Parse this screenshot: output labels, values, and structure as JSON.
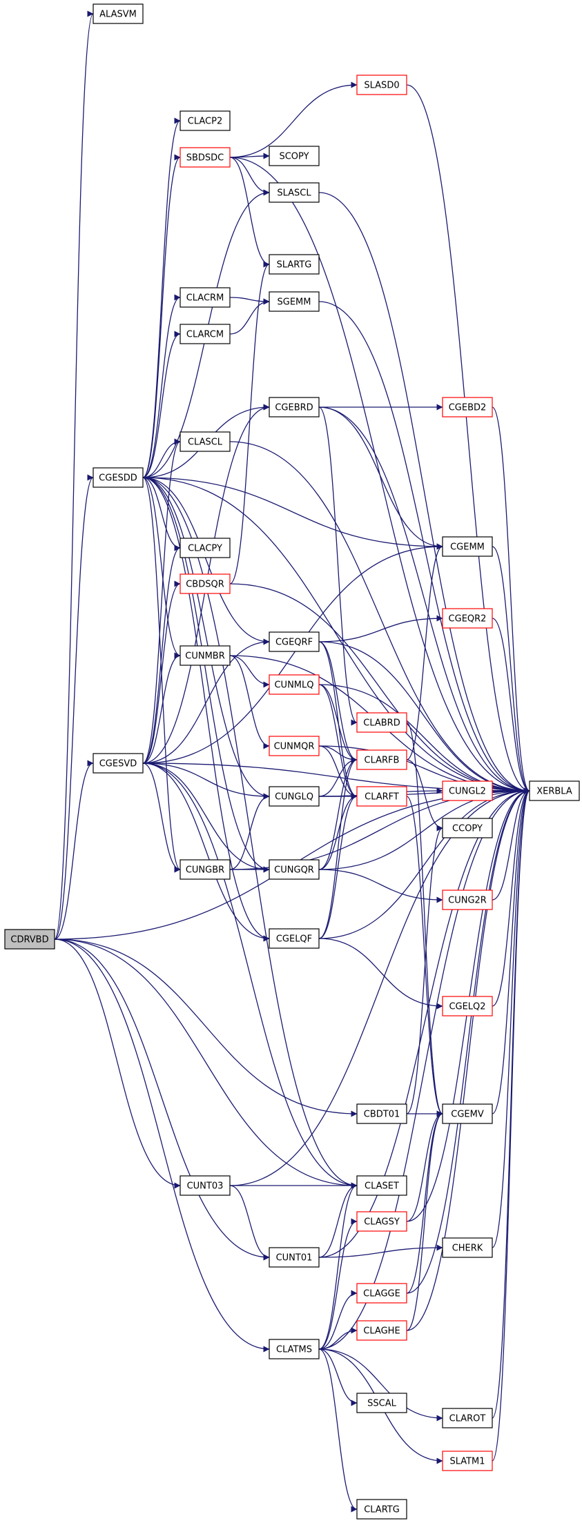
{
  "colors": {
    "edge": "#191970",
    "box_stroke": "#000000",
    "box_stroke_incomplete": "#ff0000",
    "box_fill": "#ffffff",
    "root_fill": "#bfbfbf",
    "text": "#000000"
  },
  "nodes": [
    {
      "id": "CDRVBD",
      "label": "CDRVBD",
      "kind": "root"
    },
    {
      "id": "ALASVM",
      "label": "ALASVM",
      "kind": "normal"
    },
    {
      "id": "CGESDD",
      "label": "CGESDD",
      "kind": "normal"
    },
    {
      "id": "CGESVD",
      "label": "CGESVD",
      "kind": "normal"
    },
    {
      "id": "CLACP2",
      "label": "CLACP2",
      "kind": "normal"
    },
    {
      "id": "SBDSDC",
      "label": "SBDSDC",
      "kind": "incomplete"
    },
    {
      "id": "CLACRM",
      "label": "CLACRM",
      "kind": "normal"
    },
    {
      "id": "CLARCM",
      "label": "CLARCM",
      "kind": "normal"
    },
    {
      "id": "CLASCL",
      "label": "CLASCL",
      "kind": "normal"
    },
    {
      "id": "CLACPY",
      "label": "CLACPY",
      "kind": "normal"
    },
    {
      "id": "CBDSQR",
      "label": "CBDSQR",
      "kind": "incomplete"
    },
    {
      "id": "CUNMBR",
      "label": "CUNMBR",
      "kind": "normal"
    },
    {
      "id": "CUNGBR",
      "label": "CUNGBR",
      "kind": "normal"
    },
    {
      "id": "CUNT03",
      "label": "CUNT03",
      "kind": "normal"
    },
    {
      "id": "SCOPY",
      "label": "SCOPY",
      "kind": "normal"
    },
    {
      "id": "SLASCL",
      "label": "SLASCL",
      "kind": "normal"
    },
    {
      "id": "SLARTG",
      "label": "SLARTG",
      "kind": "normal"
    },
    {
      "id": "SGEMM",
      "label": "SGEMM",
      "kind": "normal"
    },
    {
      "id": "CGEBRD",
      "label": "CGEBRD",
      "kind": "normal"
    },
    {
      "id": "CGEQRF",
      "label": "CGEQRF",
      "kind": "normal"
    },
    {
      "id": "CUNMLQ",
      "label": "CUNMLQ",
      "kind": "incomplete"
    },
    {
      "id": "CUNMQR",
      "label": "CUNMQR",
      "kind": "incomplete"
    },
    {
      "id": "CUNGLQ",
      "label": "CUNGLQ",
      "kind": "normal"
    },
    {
      "id": "CUNGQR",
      "label": "CUNGQR",
      "kind": "normal"
    },
    {
      "id": "CGELQF",
      "label": "CGELQF",
      "kind": "normal"
    },
    {
      "id": "CUNT01",
      "label": "CUNT01",
      "kind": "normal"
    },
    {
      "id": "CLATMS",
      "label": "CLATMS",
      "kind": "normal"
    },
    {
      "id": "SLASD0",
      "label": "SLASD0",
      "kind": "incomplete"
    },
    {
      "id": "CLABRD",
      "label": "CLABRD",
      "kind": "incomplete"
    },
    {
      "id": "CLARFB",
      "label": "CLARFB",
      "kind": "incomplete"
    },
    {
      "id": "CLARFT",
      "label": "CLARFT",
      "kind": "incomplete"
    },
    {
      "id": "CBDT01",
      "label": "CBDT01",
      "kind": "normal"
    },
    {
      "id": "CLASET",
      "label": "CLASET",
      "kind": "normal"
    },
    {
      "id": "CLAGSY",
      "label": "CLAGSY",
      "kind": "incomplete"
    },
    {
      "id": "CLAGGE",
      "label": "CLAGGE",
      "kind": "incomplete"
    },
    {
      "id": "CLAGHE",
      "label": "CLAGHE",
      "kind": "incomplete"
    },
    {
      "id": "SSCAL",
      "label": "SSCAL",
      "kind": "normal"
    },
    {
      "id": "CLARTG",
      "label": "CLARTG",
      "kind": "normal"
    },
    {
      "id": "CGEBD2",
      "label": "CGEBD2",
      "kind": "incomplete"
    },
    {
      "id": "CGEMM",
      "label": "CGEMM",
      "kind": "normal"
    },
    {
      "id": "CGEQR2",
      "label": "CGEQR2",
      "kind": "incomplete"
    },
    {
      "id": "CUNGL2",
      "label": "CUNGL2",
      "kind": "incomplete"
    },
    {
      "id": "CCOPY",
      "label": "CCOPY",
      "kind": "normal"
    },
    {
      "id": "CUNG2R",
      "label": "CUNG2R",
      "kind": "incomplete"
    },
    {
      "id": "CGELQ2",
      "label": "CGELQ2",
      "kind": "incomplete"
    },
    {
      "id": "CGEMV",
      "label": "CGEMV",
      "kind": "normal"
    },
    {
      "id": "CHERK",
      "label": "CHERK",
      "kind": "normal"
    },
    {
      "id": "CLAROT",
      "label": "CLAROT",
      "kind": "normal"
    },
    {
      "id": "SLATM1",
      "label": "SLATM1",
      "kind": "incomplete"
    },
    {
      "id": "XERBLA",
      "label": "XERBLA",
      "kind": "normal"
    }
  ],
  "edges": [
    [
      "CDRVBD",
      "ALASVM"
    ],
    [
      "CDRVBD",
      "CGESDD"
    ],
    [
      "CDRVBD",
      "CGESVD"
    ],
    [
      "CDRVBD",
      "CBDT01"
    ],
    [
      "CDRVBD",
      "CUNT03"
    ],
    [
      "CDRVBD",
      "CLASET"
    ],
    [
      "CDRVBD",
      "CUNT01"
    ],
    [
      "CDRVBD",
      "CLATMS"
    ],
    [
      "CDRVBD",
      "XERBLA"
    ],
    [
      "CGESDD",
      "CLACP2"
    ],
    [
      "CGESDD",
      "SBDSDC"
    ],
    [
      "CGESDD",
      "SLASCL"
    ],
    [
      "CGESDD",
      "CLACRM"
    ],
    [
      "CGESDD",
      "CLARCM"
    ],
    [
      "CGESDD",
      "CLASCL"
    ],
    [
      "CGESDD",
      "CLACPY"
    ],
    [
      "CGESDD",
      "CUNMBR"
    ],
    [
      "CGESDD",
      "CUNGBR"
    ],
    [
      "CGESDD",
      "CGEBRD"
    ],
    [
      "CGESDD",
      "CGEQRF"
    ],
    [
      "CGESDD",
      "CUNGQR"
    ],
    [
      "CGESDD",
      "CUNGLQ"
    ],
    [
      "CGESDD",
      "CGELQF"
    ],
    [
      "CGESDD",
      "CGEMM"
    ],
    [
      "CGESDD",
      "CLASET"
    ],
    [
      "CGESDD",
      "XERBLA"
    ],
    [
      "CGESVD",
      "CBDSQR"
    ],
    [
      "CGESVD",
      "CLACPY"
    ],
    [
      "CGESVD",
      "CLASCL"
    ],
    [
      "CGESVD",
      "CUNMBR"
    ],
    [
      "CGESVD",
      "CUNGBR"
    ],
    [
      "CGESVD",
      "CGEBRD"
    ],
    [
      "CGESVD",
      "CGEQRF"
    ],
    [
      "CGESVD",
      "CUNGLQ"
    ],
    [
      "CGESVD",
      "CUNGQR"
    ],
    [
      "CGESVD",
      "CGELQF"
    ],
    [
      "CGESVD",
      "CGEMM"
    ],
    [
      "CGESVD",
      "CLASET"
    ],
    [
      "CGESVD",
      "XERBLA"
    ],
    [
      "SBDSDC",
      "SCOPY"
    ],
    [
      "SBDSDC",
      "SLASCL"
    ],
    [
      "SBDSDC",
      "SLARTG"
    ],
    [
      "SBDSDC",
      "SLASD0"
    ],
    [
      "SBDSDC",
      "XERBLA"
    ],
    [
      "CLACRM",
      "SGEMM"
    ],
    [
      "CLARCM",
      "SGEMM"
    ],
    [
      "CLASCL",
      "XERBLA"
    ],
    [
      "CBDSQR",
      "SLARTG"
    ],
    [
      "CBDSQR",
      "XERBLA"
    ],
    [
      "CUNMBR",
      "CUNMLQ"
    ],
    [
      "CUNMBR",
      "CUNMQR"
    ],
    [
      "CUNMBR",
      "XERBLA"
    ],
    [
      "CUNGBR",
      "CUNGLQ"
    ],
    [
      "CUNGBR",
      "CUNGQR"
    ],
    [
      "CUNGBR",
      "XERBLA"
    ],
    [
      "CUNT03",
      "CLASET"
    ],
    [
      "CUNT03",
      "CUNT01"
    ],
    [
      "CUNT03",
      "XERBLA"
    ],
    [
      "SLASCL",
      "XERBLA"
    ],
    [
      "SGEMM",
      "XERBLA"
    ],
    [
      "SLASD0",
      "XERBLA"
    ],
    [
      "CGEBRD",
      "CGEBD2"
    ],
    [
      "CGEBRD",
      "CLABRD"
    ],
    [
      "CGEBRD",
      "CGEMM"
    ],
    [
      "CGEBRD",
      "XERBLA"
    ],
    [
      "CGEQRF",
      "CGEQR2"
    ],
    [
      "CGEQRF",
      "CLARFB"
    ],
    [
      "CGEQRF",
      "CLARFT"
    ],
    [
      "CGEQRF",
      "XERBLA"
    ],
    [
      "CUNMLQ",
      "CLARFB"
    ],
    [
      "CUNMLQ",
      "CLARFT"
    ],
    [
      "CUNMLQ",
      "XERBLA"
    ],
    [
      "CUNMQR",
      "CLARFB"
    ],
    [
      "CUNMQR",
      "CLARFT"
    ],
    [
      "CUNMQR",
      "XERBLA"
    ],
    [
      "CUNGLQ",
      "CUNGL2"
    ],
    [
      "CUNGLQ",
      "CLARFB"
    ],
    [
      "CUNGLQ",
      "CLARFT"
    ],
    [
      "CUNGLQ",
      "XERBLA"
    ],
    [
      "CUNGQR",
      "CUNG2R"
    ],
    [
      "CUNGQR",
      "CLARFB"
    ],
    [
      "CUNGQR",
      "CLARFT"
    ],
    [
      "CUNGQR",
      "XERBLA"
    ],
    [
      "CGELQF",
      "CGELQ2"
    ],
    [
      "CGELQF",
      "CLARFB"
    ],
    [
      "CGELQF",
      "CLARFT"
    ],
    [
      "CGELQF",
      "XERBLA"
    ],
    [
      "CUNT01",
      "CLASET"
    ],
    [
      "CUNT01",
      "CHERK"
    ],
    [
      "CUNT01",
      "XERBLA"
    ],
    [
      "CLATMS",
      "CLASET"
    ],
    [
      "CLATMS",
      "CLAGSY"
    ],
    [
      "CLATMS",
      "CLAGGE"
    ],
    [
      "CLATMS",
      "CLAGHE"
    ],
    [
      "CLATMS",
      "SSCAL"
    ],
    [
      "CLATMS",
      "CLAROT"
    ],
    [
      "CLATMS",
      "SLATM1"
    ],
    [
      "CLATMS",
      "CLARTG"
    ],
    [
      "CLATMS",
      "XERBLA"
    ],
    [
      "CLABRD",
      "CGEMV"
    ],
    [
      "CLARFB",
      "CGEMM"
    ],
    [
      "CLARFB",
      "CCOPY"
    ],
    [
      "CLARFT",
      "CGEMV"
    ],
    [
      "CBDT01",
      "CGEMV"
    ],
    [
      "CBDT01",
      "CCOPY"
    ],
    [
      "CLAGSY",
      "CGEMV"
    ],
    [
      "CLAGSY",
      "XERBLA"
    ],
    [
      "CLAGGE",
      "CGEMV"
    ],
    [
      "CLAGGE",
      "XERBLA"
    ],
    [
      "CLAGHE",
      "CGEMV"
    ],
    [
      "CLAGHE",
      "XERBLA"
    ],
    [
      "CGEBD2",
      "XERBLA"
    ],
    [
      "CGEMM",
      "XERBLA"
    ],
    [
      "CGEQR2",
      "XERBLA"
    ],
    [
      "CUNGL2",
      "XERBLA"
    ],
    [
      "CUNG2R",
      "XERBLA"
    ],
    [
      "CGELQ2",
      "XERBLA"
    ],
    [
      "CGEMV",
      "XERBLA"
    ],
    [
      "CHERK",
      "XERBLA"
    ],
    [
      "CLAROT",
      "XERBLA"
    ],
    [
      "SLATM1",
      "XERBLA"
    ]
  ]
}
